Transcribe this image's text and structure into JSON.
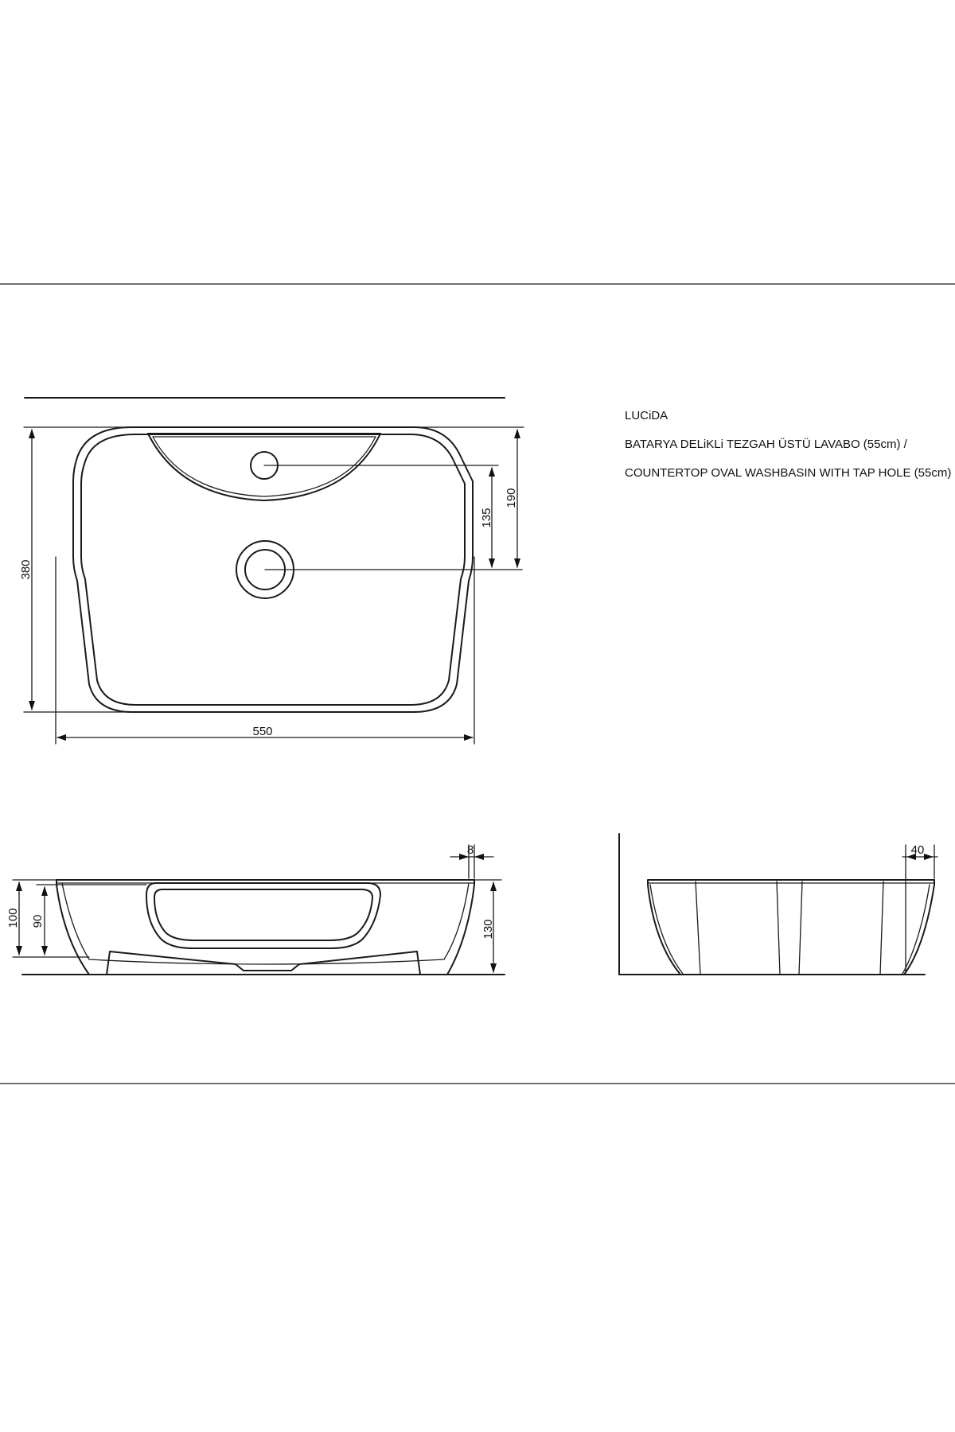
{
  "title_block": {
    "product": "LUCiDA",
    "description_tr": "BATARYA DELiKLi TEZGAH ÜSTÜ LAVABO (55cm) /",
    "description_en": "COUNTERTOP OVAL WASHBASIN WITH TAP HOLE (55cm)"
  },
  "dimensions": {
    "overall_depth": "380",
    "overall_width": "550",
    "tap_hole_to_drain": "135",
    "back_to_drain": "190",
    "rim_thickness": "8",
    "total_height": "100",
    "inner_height": "90",
    "side_height": "130",
    "side_wall": "40"
  }
}
